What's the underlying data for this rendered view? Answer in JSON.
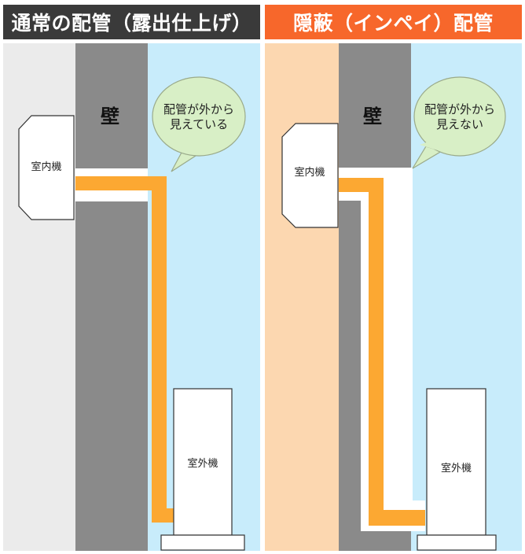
{
  "left_panel": {
    "title": "通常の配管（露出仕上げ）",
    "wall_label": "壁",
    "indoor_unit_label": "室内機",
    "outdoor_unit_label": "室外機",
    "bubble_text": [
      "配管が外から",
      "見えている"
    ]
  },
  "right_panel": {
    "title": "隠蔽（インペイ）配管",
    "wall_label": "壁",
    "indoor_unit_label": "室内機",
    "outdoor_unit_label": "室外機",
    "bubble_text": [
      "配管が外から",
      "見えない"
    ]
  },
  "colors": {
    "left_header_bg": "#3a3a3a",
    "right_header_bg": "#f7672b",
    "left_indoor_bg": "#ebebeb",
    "right_indoor_bg": "#fcd7b0",
    "wall": "#8a8a8a",
    "outdoor_bg": "#c8ecfb",
    "pipe": "#fca832",
    "bubble_fill": "#d8efc6",
    "bubble_stroke": "#9aaa8a"
  }
}
